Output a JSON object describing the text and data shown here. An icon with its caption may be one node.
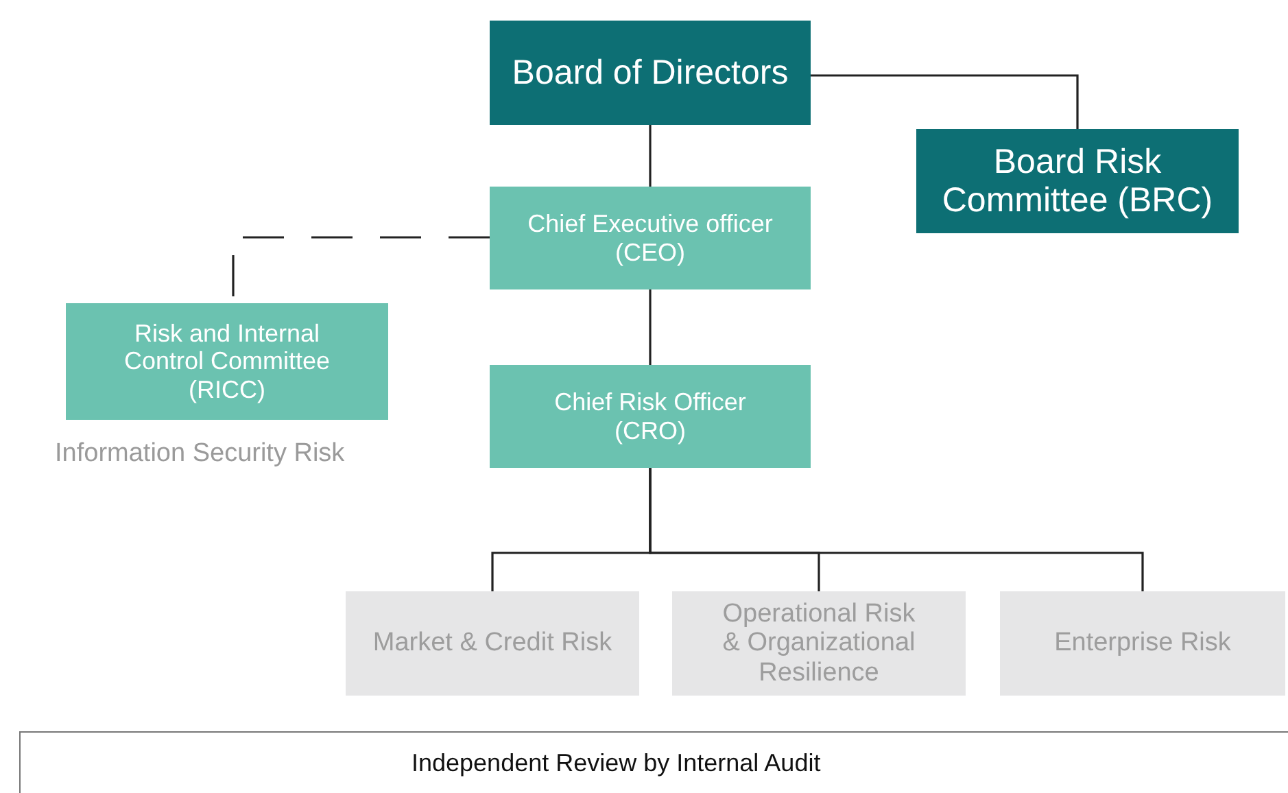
{
  "diagram": {
    "nodes": [
      {
        "text": [
          "Board of Directors"
        ]
      },
      {
        "text": [
          "Board Risk Committee (BRC)"
        ]
      },
      {
        "text": [
          "Chief Executive officer (CEO)"
        ]
      },
      {
        "text": [
          "Risk and Internal Control Committee (RICC)"
        ],
        "beside": [
          "Information Security Risk"
        ]
      },
      {
        "text": [
          "Chief Risk Officer (CRO)"
        ]
      },
      {
        "text": [
          "Market & Credit Risk"
        ]
      },
      {
        "text": [
          "Operational Risk & Organizational Resilience"
        ]
      },
      {
        "text": [
          "Enterprise Risk"
        ]
      },
      {
        "text": [
          "Independent Review by Internal Audit"
        ]
      }
    ],
    "edges": [
      {
        "from": 0,
        "to": 1,
        "arrow": "none"
      },
      {
        "from": 0,
        "to": 2,
        "arrow": "none"
      },
      {
        "from": 2,
        "to": 3,
        "arrow": "none",
        "style": "dashed"
      },
      {
        "from": 2,
        "to": 4,
        "arrow": "none"
      },
      {
        "from": 4,
        "to": 5,
        "arrow": "none"
      },
      {
        "from": 4,
        "to": 6,
        "arrow": "none"
      },
      {
        "from": 4,
        "to": 7,
        "arrow": "none"
      }
    ]
  }
}
